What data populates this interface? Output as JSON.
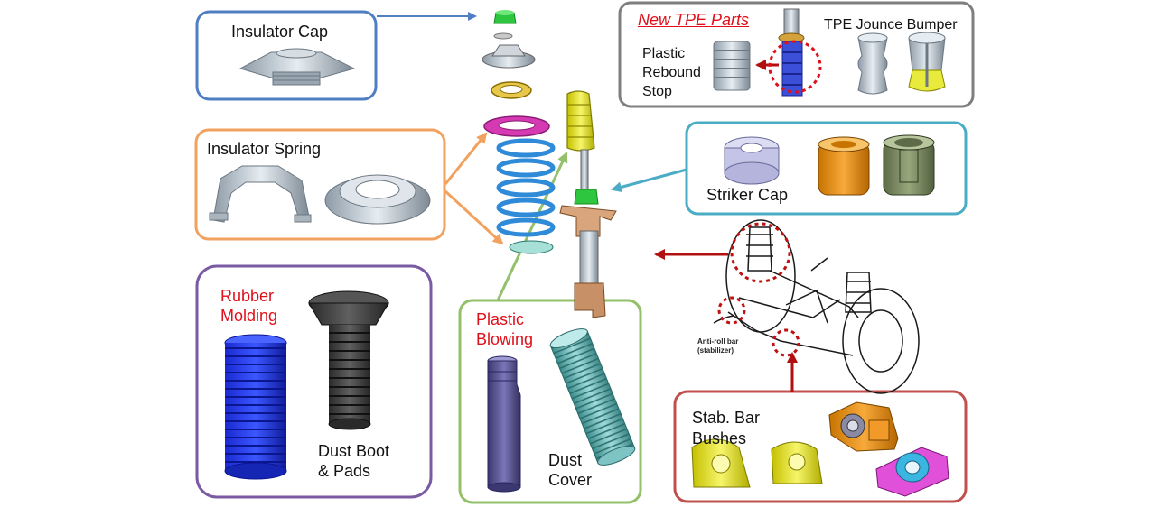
{
  "colors": {
    "insulator_cap_border": "#4f7fc2",
    "insulator_spring_border": "#f2a25f",
    "rubber_molding_border": "#7a5aa3",
    "plastic_blowing_border": "#93c06a",
    "tpe_parts_border": "#7f7f7f",
    "striker_cap_border": "#4bacc6",
    "stab_bar_border": "#c0504d",
    "accent_red": "#e0101a",
    "spring_blue": "#2f8ad8",
    "insulator_magenta": "#d63ab3",
    "bumper_yellow": "#e8ea3c",
    "bumper_green": "#2fc63f"
  },
  "labels": {
    "insulator_cap": "Insulator Cap",
    "insulator_spring": "Insulator Spring",
    "rubber_molding": "Rubber\nMolding",
    "dust_boot": "Dust Boot\n& Pads",
    "plastic_blowing": "Plastic\nBlowing",
    "dust_cover": "Dust\nCover",
    "new_tpe_parts": "New TPE Parts",
    "plastic_rebound_stop": "Plastic\nRebound\nStop",
    "tpe_jounce_bumper": "TPE Jounce Bumper",
    "striker_cap": "Striker Cap",
    "stab_bar_bushes": "Stab. Bar\nBushes",
    "anti_roll_bar": "Anti-roll bar\n(stabilizer)"
  }
}
